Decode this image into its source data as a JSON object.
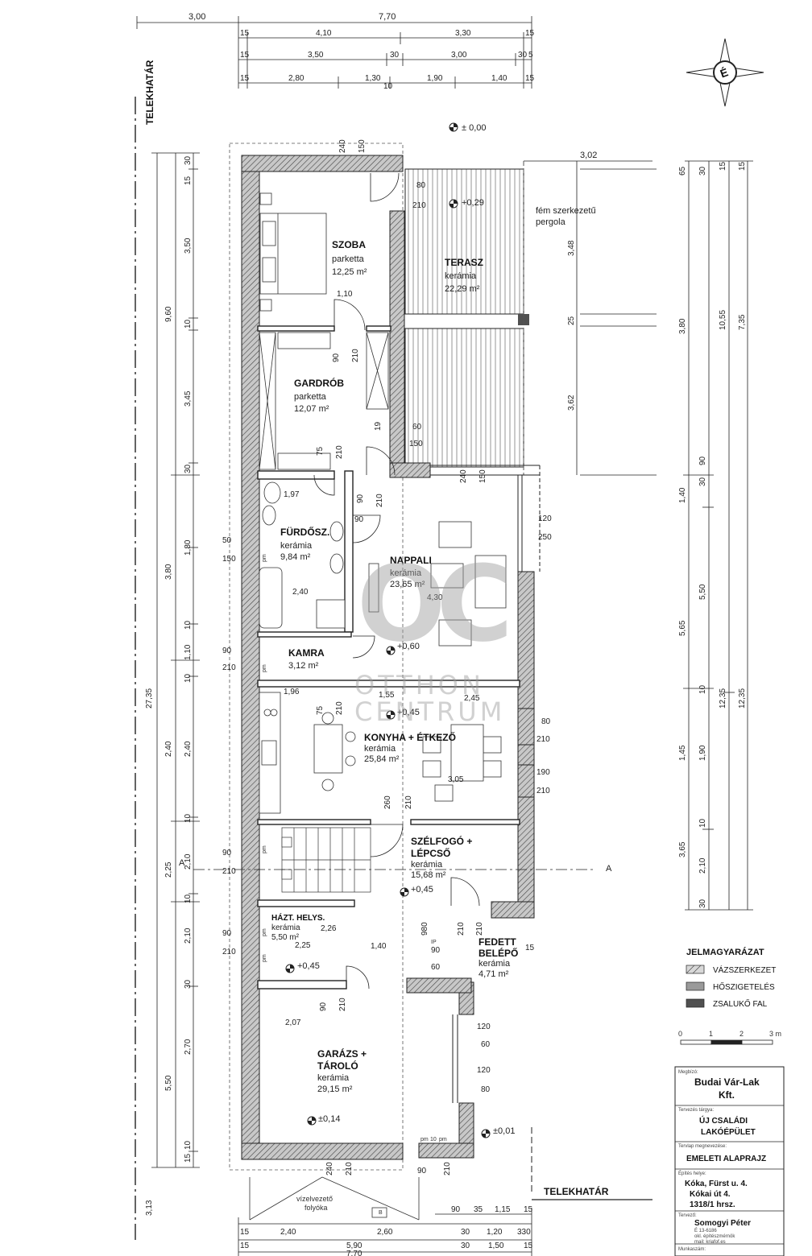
{
  "property_line": "TELEKHATÁR",
  "top_dims": {
    "row1": [
      "3,00",
      "7,70"
    ],
    "row2": [
      "15",
      "4,10",
      "3,30",
      "15"
    ],
    "row3": [
      "15",
      "3,50",
      "30",
      "3,00",
      "30",
      "5"
    ],
    "row4": [
      "15",
      "2,80",
      "1,30",
      "10",
      "1,90",
      "1,40",
      "15"
    ]
  },
  "left_dims": {
    "outer": [
      "27,35",
      "3,13"
    ],
    "mid": [
      "9,60",
      "3,80",
      "2,40",
      "2,25",
      "5,50"
    ],
    "inner": [
      "30",
      "15",
      "3,50",
      "10",
      "3,45",
      "30",
      "1,80",
      "10",
      "1,10",
      "10",
      "2,40",
      "10",
      "2,10",
      "10",
      "2,10",
      "30",
      "2,70",
      "10",
      "15"
    ]
  },
  "right_dims": {
    "outer": [
      "12,35",
      "7,35",
      "10,55",
      "12,35"
    ],
    "mid": [
      "3,80",
      "5,65",
      "3,65"
    ],
    "inner": [
      "65",
      "30",
      "15",
      "15",
      "3,48",
      "25",
      "3,62",
      "90",
      "30",
      "1,40",
      "5,50",
      "10",
      "1,45",
      "1,90",
      "10",
      "2,10",
      "30"
    ]
  },
  "bottom_dims": {
    "row1": [
      "90",
      "35",
      "1,15",
      "15"
    ],
    "row2": [
      "15",
      "2,40",
      "2,60",
      "30",
      "1,20",
      "330"
    ],
    "row3": [
      "15",
      "5,90",
      "30",
      "1,50",
      "15"
    ],
    "row4": [
      "7,70"
    ]
  },
  "levels": {
    "top": "± 0,00",
    "terrace": "+0,29",
    "living": "+0,60",
    "kitchen": "+0,45",
    "stair": "+0,45",
    "utility": "+0,45",
    "garage": "±0,14",
    "entrance": "±0,01"
  },
  "rooms": [
    {
      "name": "SZOBA",
      "material": "parketta",
      "area": "12,25 m²"
    },
    {
      "name": "GARDRÓB",
      "material": "parketta",
      "area": "12,07 m²"
    },
    {
      "name": "FÜRDŐSZ.",
      "material": "kerámia",
      "area": "9,84 m²"
    },
    {
      "name": "KAMRA",
      "material": "kerámia",
      "area": "3,12 m²"
    },
    {
      "name": "NAPPALI",
      "material": "kerámia",
      "area": "23,65 m²"
    },
    {
      "name": "KONYHA + ÉTKEZŐ",
      "material": "kerámia",
      "area": "25,84 m²"
    },
    {
      "name": "SZÉLFOGÓ +",
      "name2": "LÉPCSŐ",
      "material": "kerámia",
      "area": "15,68 m²"
    },
    {
      "name": "HÁZT. HELYS.",
      "material": "kerámia",
      "area": "5,50 m²"
    },
    {
      "name": "GARÁZS +",
      "name2": "TÁROLÓ",
      "material": "kerámia",
      "area": "29,15 m²"
    },
    {
      "name": "TERASZ",
      "material": "kerámia",
      "area": "22,29 m²"
    },
    {
      "name": "FEDETT",
      "name2": "BELÉPŐ",
      "material": "kerámia",
      "area": "4,71 m²"
    }
  ],
  "pergola": {
    "line1": "fém szerkezetű",
    "line2": "pergola"
  },
  "terrace_width": "3,02",
  "interior_dims": [
    "240",
    "150",
    "80",
    "210",
    "1,10",
    "90",
    "210",
    "19",
    "60",
    "150",
    "75",
    "210",
    "1,97",
    "90",
    "210",
    "90",
    "50",
    "150",
    "2,40",
    "4,30",
    "120",
    "250",
    "90",
    "210",
    "1,96",
    "1,55",
    "2,45",
    "75",
    "210",
    "80",
    "210",
    "190",
    "210",
    "3,05",
    "240",
    "150",
    "260",
    "210",
    "90",
    "210",
    "2,26",
    "2,25",
    "1,40",
    "90",
    "60",
    "980",
    "210",
    "210",
    "90",
    "210",
    "2,07",
    "120",
    "60",
    "120",
    "80",
    "240",
    "210",
    "pm",
    "10",
    "pm",
    "210",
    "90",
    "210",
    "90",
    "15"
  ],
  "section_mark": "A",
  "gutter": {
    "line1": "vízelvezető",
    "line2": "folyóka"
  },
  "small_labels": [
    "pm",
    "pm",
    "pm",
    "pm",
    "pm",
    "B",
    "IP"
  ],
  "watermark": {
    "logo": "OC",
    "line1": "OTTHON",
    "line2": "CENTRUM"
  },
  "legend": {
    "title": "JELMAGYARÁZAT",
    "items": [
      {
        "label": "VÁZSZERKEZET",
        "color": "#d8d8d8"
      },
      {
        "label": "HŐSZIGETELÉS",
        "color": "#9a9a9a"
      },
      {
        "label": "ZSALUKŐ FAL",
        "color": "#505050"
      }
    ]
  },
  "scale": {
    "ticks": [
      "0",
      "1",
      "2",
      "3 m"
    ]
  },
  "title_block": {
    "client_label": "Megbízó:",
    "client": [
      "Budai Vár-Lak",
      "Kft."
    ],
    "project_label": "Tervezés tárgya:",
    "project": [
      "ÚJ CSALÁDI",
      "LAKÓÉPÜLET"
    ],
    "drawing_label": "Tervlap megnevezése:",
    "drawing": "EMELETI ALAPRAJZ",
    "site_label": "Építés helye:",
    "site": [
      "Kóka, Fürst u. 4.",
      "Kókai út 4.",
      "1318/1 hrsz."
    ],
    "designer_label": "Tervező:",
    "designer": "Somogyi Péter",
    "designer_info": [
      "É 13-6186",
      "okl. építészmérnök",
      "mail: kriafof.es"
    ],
    "job_label": "Munkaszám:"
  },
  "colors": {
    "wall": "#9a9a9a",
    "wall_dark": "#505050",
    "line": "#222222"
  }
}
